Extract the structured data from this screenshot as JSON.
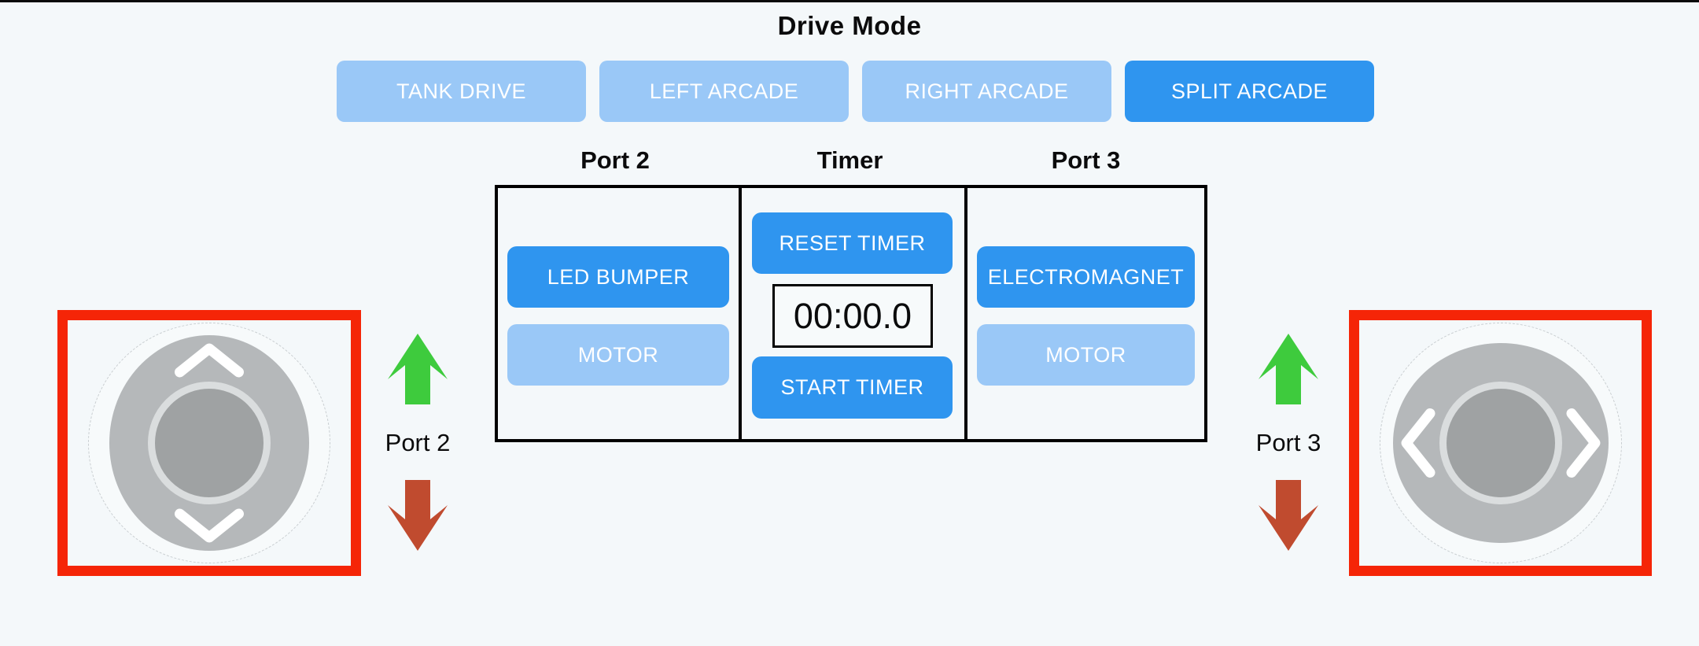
{
  "colors": {
    "bg": "#f4f8fa",
    "blue-active": "#2f95ef",
    "blue-light": "#9ac8f7",
    "red-border": "#f52507",
    "green-arrow": "#3ecb3d",
    "red-arrow": "#c04b2f",
    "pad-gray": "#b5b8ba",
    "knob-gray": "#9fa2a3"
  },
  "drive_modes": {
    "title": "Drive Mode",
    "buttons": [
      {
        "label": "TANK DRIVE",
        "active": false
      },
      {
        "label": "LEFT ARCADE",
        "active": false
      },
      {
        "label": "RIGHT ARCADE",
        "active": false
      },
      {
        "label": "SPLIT ARCADE",
        "active": true
      }
    ]
  },
  "control_panel": {
    "columns": [
      {
        "header": "Port 2",
        "buttons": [
          {
            "label": "LED BUMPER",
            "state": "selected"
          },
          {
            "label": "MOTOR",
            "state": "unselected"
          }
        ]
      },
      {
        "header": "Timer",
        "reset_label": "RESET TIMER",
        "display_value": "00:00.0",
        "start_label": "START TIMER"
      },
      {
        "header": "Port 3",
        "buttons": [
          {
            "label": "ELECTROMAGNET",
            "state": "selected"
          },
          {
            "label": "MOTOR",
            "state": "unselected"
          }
        ]
      }
    ]
  },
  "left_stick": {
    "axis": "vertical",
    "port_label": "Port 2",
    "up_indicator": "green-up-arrow",
    "down_indicator": "red-down-arrow"
  },
  "right_stick": {
    "axis": "horizontal",
    "port_label": "Port 3",
    "up_indicator": "green-up-arrow",
    "down_indicator": "red-down-arrow"
  }
}
